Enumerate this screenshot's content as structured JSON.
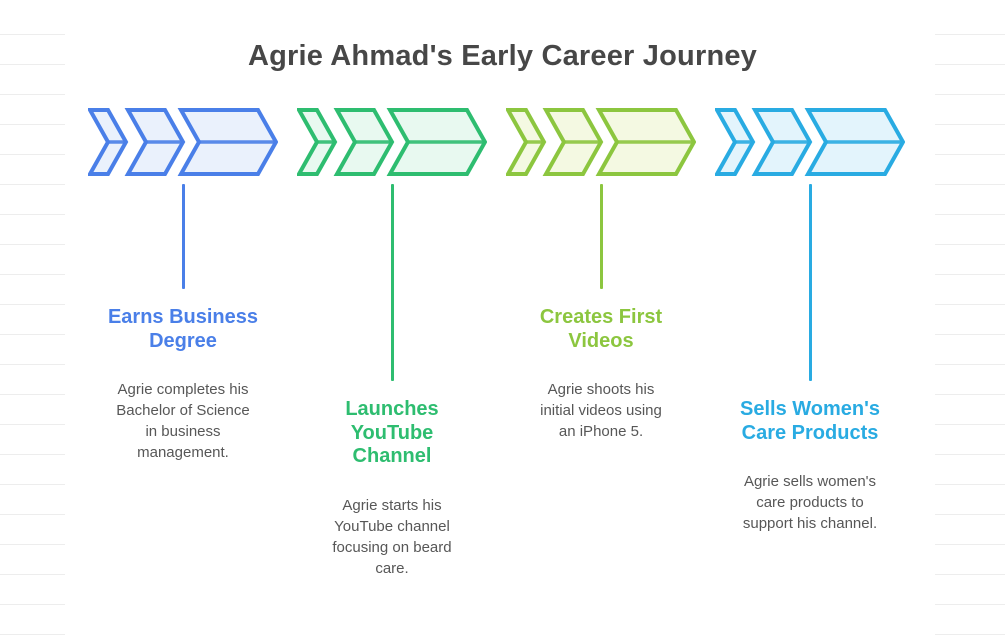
{
  "title": "Agrie Ahmad's Early Career Journey",
  "title_color": "#474747",
  "description_color": "#575757",
  "icon": "triple-chevron-right",
  "milestones": [
    {
      "title": "Earns Business\nDegree",
      "description": "Agrie completes his\nBachelor of Science\nin business\nmanagement.",
      "accent": "#4A7FE8",
      "fill": "#EAF1FC"
    },
    {
      "title": "Launches\nYouTube\nChannel",
      "description": "Agrie starts his\nYouTube channel\nfocusing on beard\ncare.",
      "accent": "#2EBD70",
      "fill": "#E8F9F0"
    },
    {
      "title": "Creates First\nVideos",
      "description": "Agrie shoots his\ninitial videos using\nan iPhone 5.",
      "accent": "#8CC63F",
      "fill": "#F4F9E2"
    },
    {
      "title": "Sells Women's\nCare Products",
      "description": "Agrie sells women's\ncare products to\nsupport his channel.",
      "accent": "#29ABE2",
      "fill": "#E3F4FC"
    }
  ]
}
